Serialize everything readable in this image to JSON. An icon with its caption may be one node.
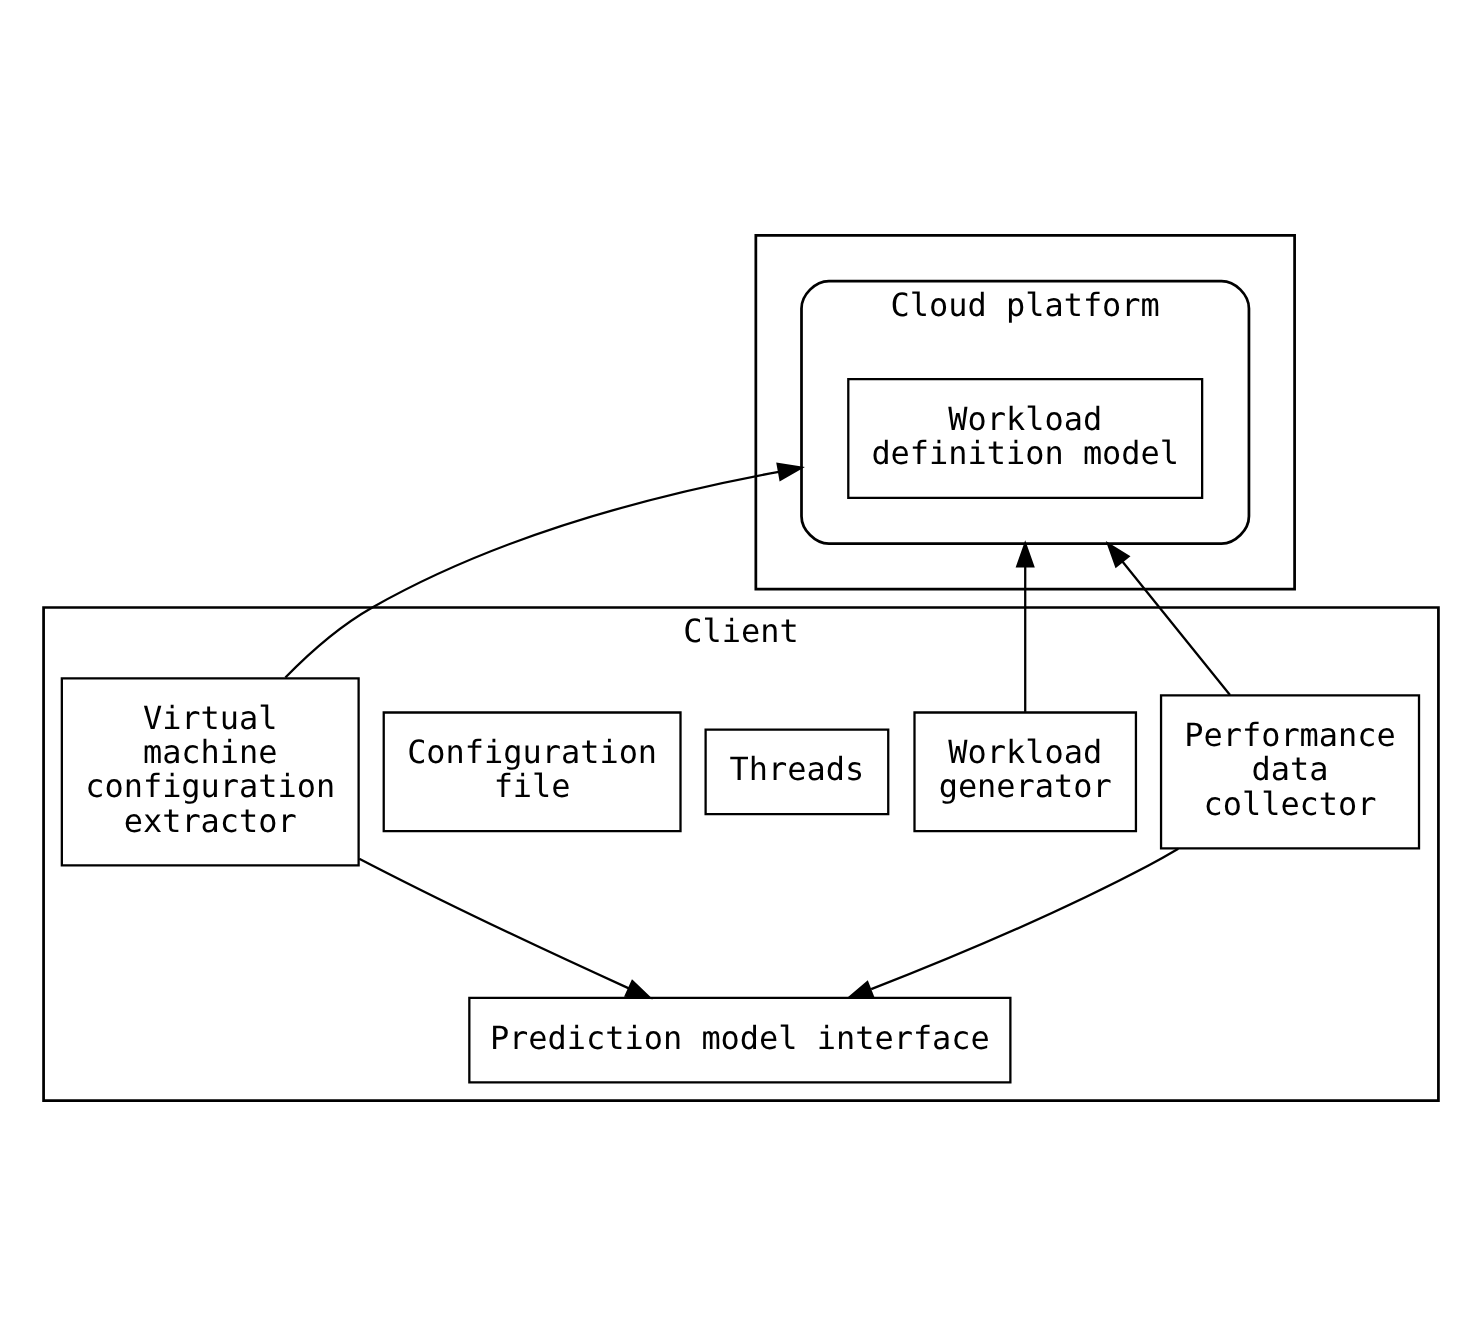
{
  "diagram": {
    "nodes": [
      {
        "text": [],
        "shape": "box"
      },
      {
        "text": [
          "Cloud platform"
        ],
        "in": 0
      },
      {
        "text": [
          "Workload definition model"
        ],
        "in": 1
      },
      {
        "text": [
          "Client"
        ]
      },
      {
        "text": [
          "Performance data collector"
        ],
        "in": 3
      },
      {
        "text": [
          "Workload generator"
        ],
        "in": 3
      },
      {
        "text": [
          "Threads"
        ],
        "in": 3
      },
      {
        "text": [
          "Configuration file"
        ],
        "in": 3
      },
      {
        "text": [
          "Virtual machine configuration extractor"
        ],
        "in": 3
      },
      {
        "text": [
          "Prediction model interface"
        ],
        "in": 3
      }
    ],
    "edges": [
      {
        "from": 4,
        "to": 1,
        "arrow": "to"
      },
      {
        "from": 5,
        "to": 1,
        "arrow": "to"
      },
      {
        "from": 8,
        "to": 1,
        "arrow": "to"
      },
      {
        "from": 4,
        "to": 9,
        "arrow": "to"
      },
      {
        "from": 8,
        "to": 9,
        "arrow": "to"
      }
    ]
  }
}
